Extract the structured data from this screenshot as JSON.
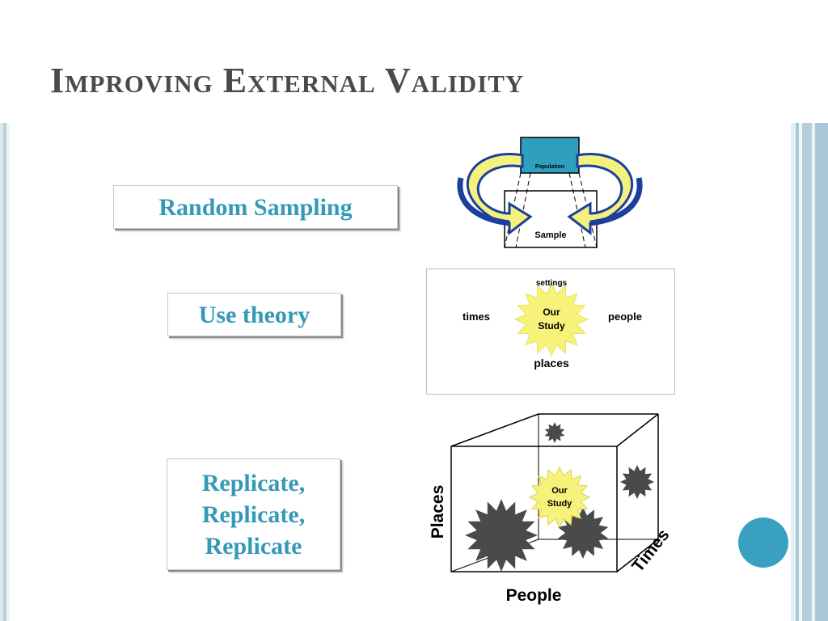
{
  "slide": {
    "title": "Improving External Validity"
  },
  "labels": {
    "random_sampling": "Random Sampling",
    "use_theory": "Use theory",
    "replicate_lines": [
      "Replicate,",
      "Replicate,",
      "Replicate"
    ]
  },
  "sampling_diagram": {
    "population_label": "Population",
    "sample_label": "Sample"
  },
  "theory_diagram": {
    "center_line1": "Our",
    "center_line2": "Study",
    "top": "settings",
    "left": "times",
    "right": "people",
    "bottom": "places"
  },
  "cube_diagram": {
    "center_line1": "Our",
    "center_line2": "Study",
    "axis_x": "People",
    "axis_y": "Places",
    "axis_z": "Times"
  },
  "colors": {
    "title": "#4a4a4a",
    "label_text": "#3499b8",
    "accent": "#3aa0c2",
    "population_box": "#2f9fc0",
    "arrow_yellow": "#f4f27a",
    "arrow_blue": "#1c3f9e",
    "star_yellow": "#f6f27a",
    "star_dark": "#4a4a4a"
  }
}
